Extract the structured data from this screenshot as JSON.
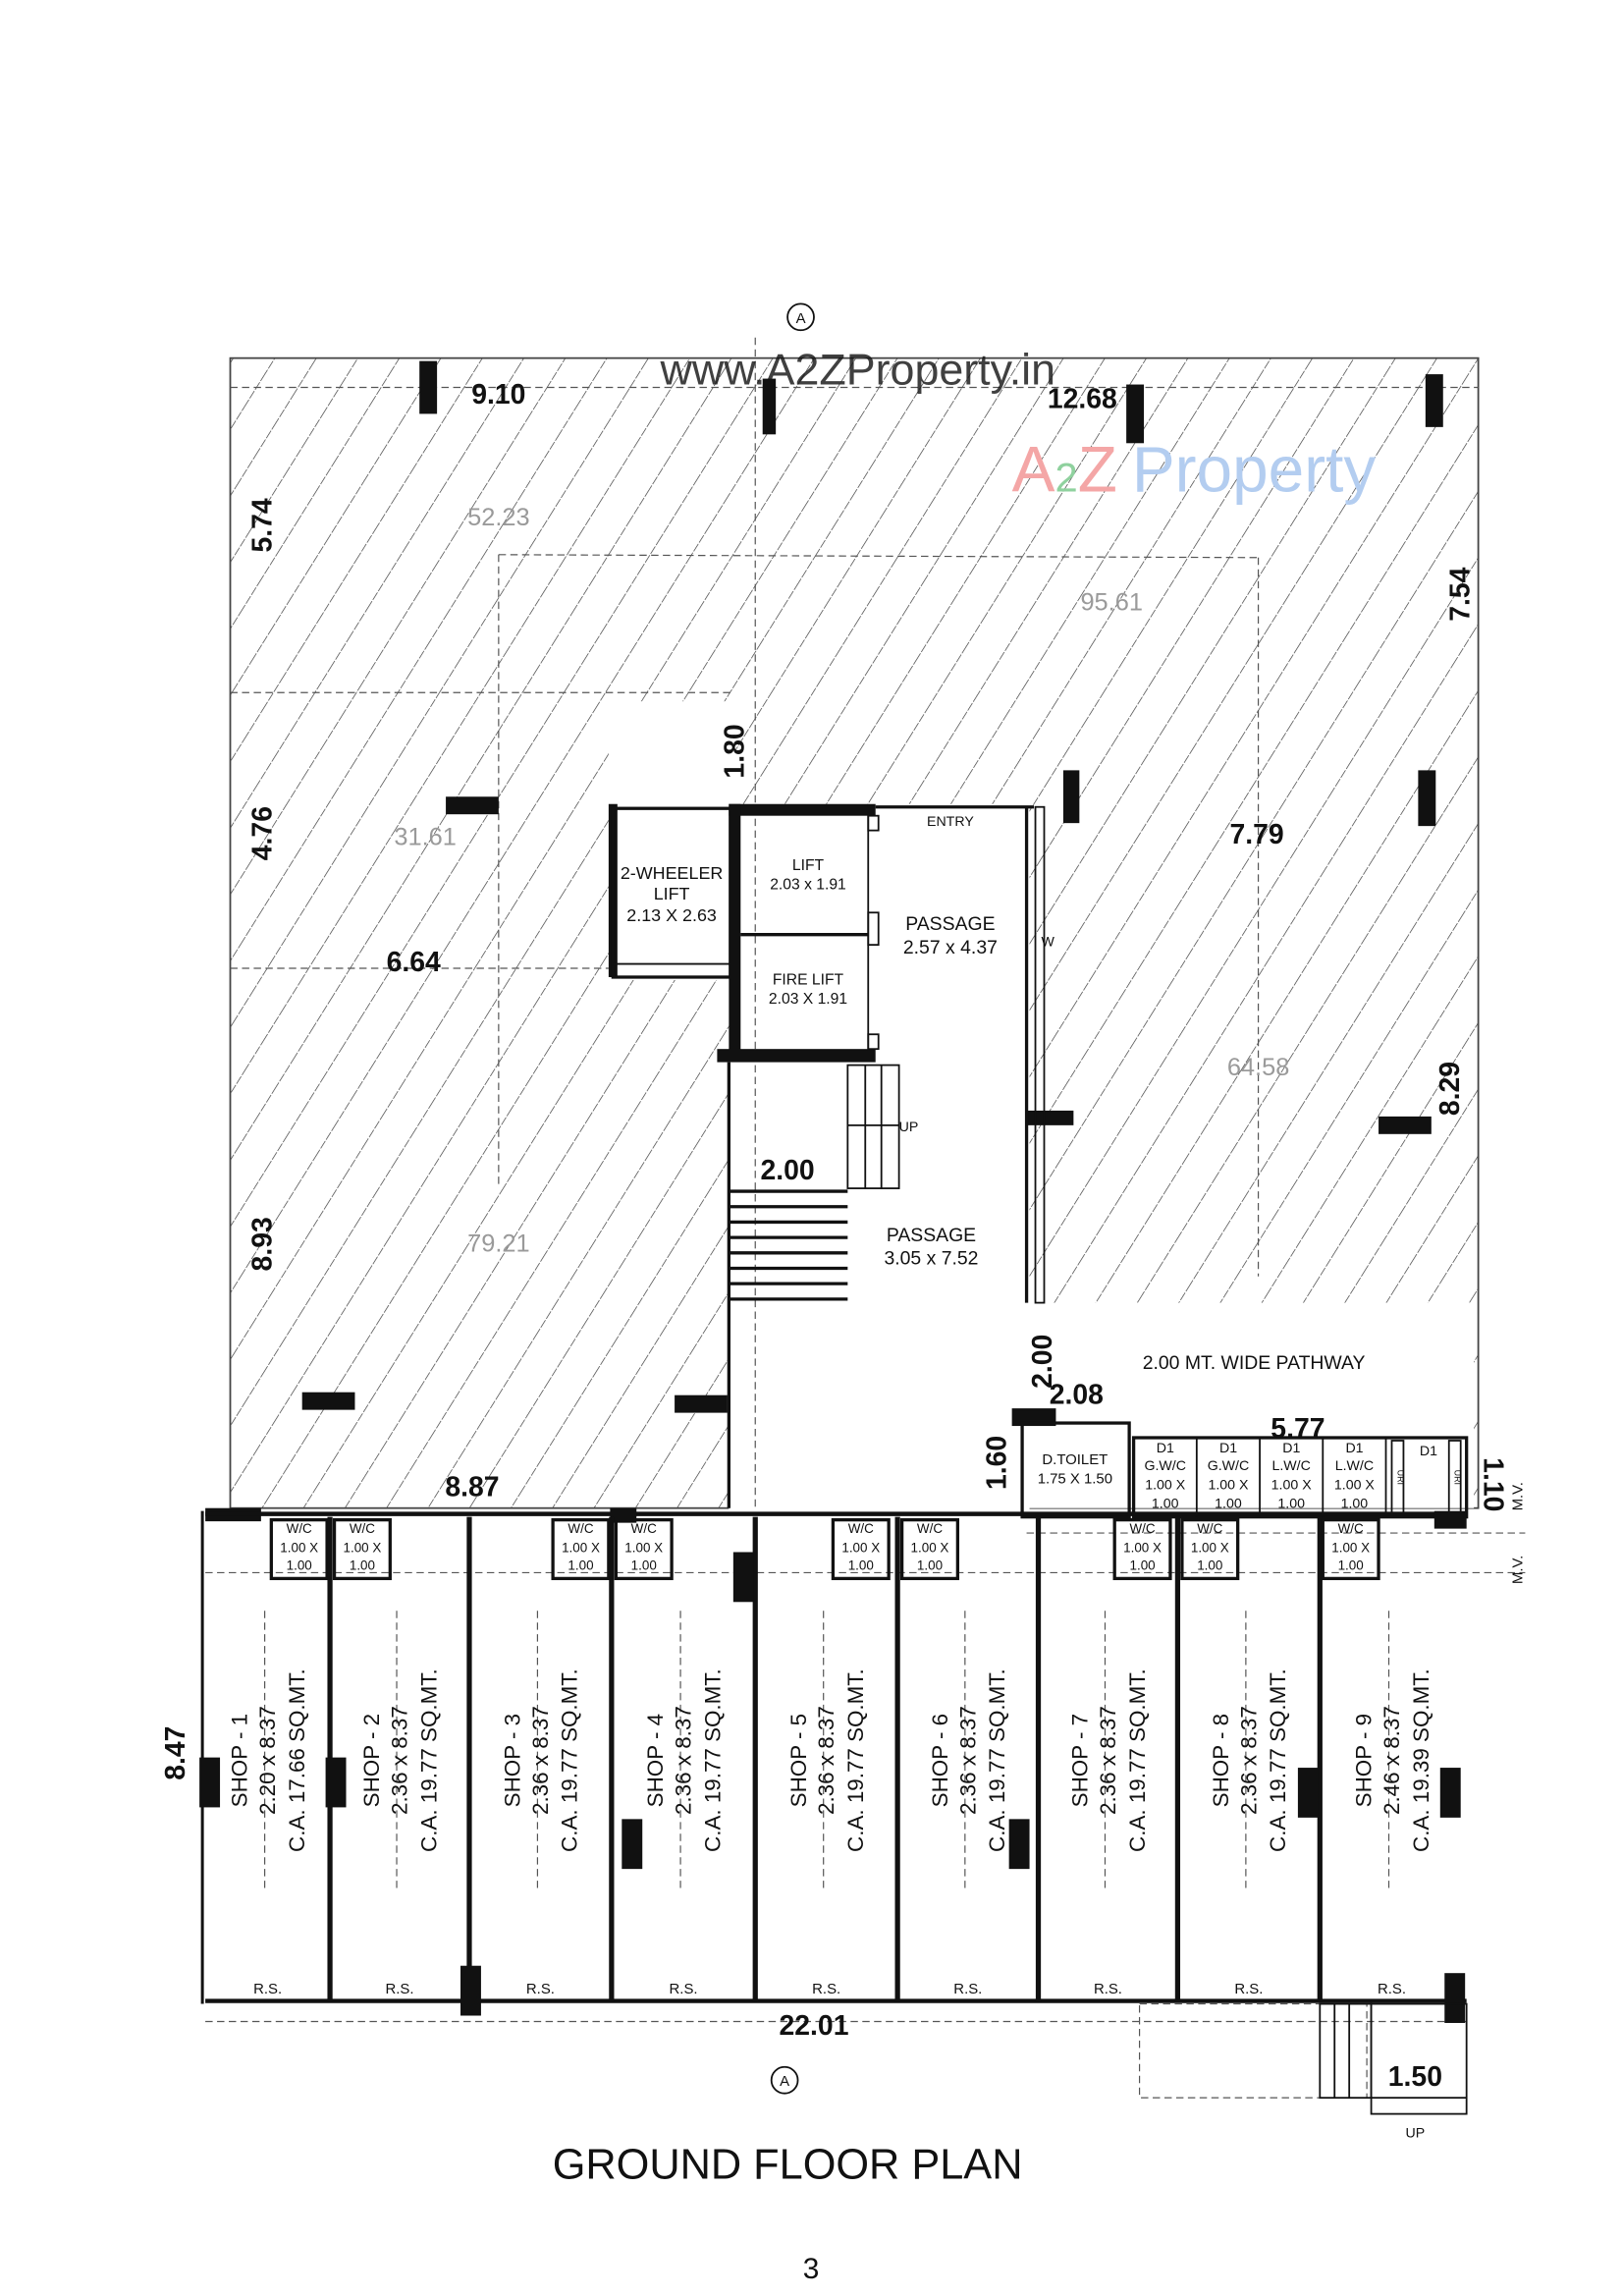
{
  "title": "GROUND FLOOR PLAN",
  "page_number": "3",
  "watermarks": {
    "url": "www.A2ZProperty.in",
    "brand_a": "A",
    "brand_2": "2",
    "brand_z": "Z",
    "brand_property": "Property",
    "colors": {
      "a": "#f4a6a6",
      "two": "#8fd19e",
      "z": "#f4a6a6",
      "property_p": "#a9c8f0",
      "property_r": "#f7c8a0",
      "property_rest": "#f7d98c"
    }
  },
  "section_marker": "A",
  "rooms": {
    "two_wheeler_lift": {
      "line1": "2-WHEELER",
      "line2": "LIFT",
      "dims": "2.13 X 2.63"
    },
    "lift": {
      "name": "LIFT",
      "dims": "2.03 x 1.91"
    },
    "fire_lift": {
      "name": "FIRE LIFT",
      "dims": "2.03 X 1.91"
    },
    "entry": "ENTRY",
    "passage1": {
      "name": "PASSAGE",
      "dims": "2.57 x 4.37"
    },
    "passage2": {
      "name": "PASSAGE",
      "dims": "3.05 x 7.52"
    },
    "stair_up": "UP",
    "window": "W",
    "pathway": "2.00 MT. WIDE PATHWAY",
    "d_toilet": {
      "name": "D.TOILET",
      "dims": "1.75 X 1.50"
    },
    "toilets": [
      {
        "name": "G.W/C",
        "dims1": "1.00 X",
        "dims2": "1.00"
      },
      {
        "name": "G.W/C",
        "dims1": "1.00 X",
        "dims2": "1.00"
      },
      {
        "name": "L.W/C",
        "dims1": "1.00 X",
        "dims2": "1.00"
      },
      {
        "name": "L.W/C",
        "dims1": "1.00 X",
        "dims2": "1.00"
      }
    ],
    "door_label": "D1",
    "urinal": "URI",
    "mv": "M.V.",
    "bottom_stair_up": "UP"
  },
  "shops": [
    {
      "name": "SHOP - 1",
      "dims": "2.20 x 8.37",
      "area": "C.A. 17.66 SQ.MT.",
      "rs": "R.S."
    },
    {
      "name": "SHOP - 2",
      "dims": "2.36 x 8.37",
      "area": "C.A. 19.77 SQ.MT.",
      "rs": "R.S."
    },
    {
      "name": "SHOP - 3",
      "dims": "2.36 x 8.37",
      "area": "C.A. 19.77 SQ.MT.",
      "rs": "R.S."
    },
    {
      "name": "SHOP - 4",
      "dims": "2.36 x 8.37",
      "area": "C.A. 19.77 SQ.MT.",
      "rs": "R.S."
    },
    {
      "name": "SHOP - 5",
      "dims": "2.36 x 8.37",
      "area": "C.A. 19.77 SQ.MT.",
      "rs": "R.S."
    },
    {
      "name": "SHOP - 6",
      "dims": "2.36 x 8.37",
      "area": "C.A. 19.77 SQ.MT.",
      "rs": "R.S."
    },
    {
      "name": "SHOP - 7",
      "dims": "2.36 x 8.37",
      "area": "C.A. 19.77 SQ.MT.",
      "rs": "R.S."
    },
    {
      "name": "SHOP - 8",
      "dims": "2.36 x 8.37",
      "area": "C.A. 19.77 SQ.MT.",
      "rs": "R.S."
    },
    {
      "name": "SHOP - 9",
      "dims": "2.46 x 8.37",
      "area": "C.A. 19.39 SQ.MT.",
      "rs": "R.S."
    }
  ],
  "shop_wc": {
    "name": "W/C",
    "dims1": "1.00 X",
    "dims2": "1.00"
  },
  "dimensions": {
    "top_left": "9.10",
    "top_right": "12.68",
    "left_upper": "5.74",
    "right_upper": "7.54",
    "core_gap": "1.80",
    "left_mid": "4.76",
    "right_mid": "7.79",
    "left_width": "6.64",
    "right_lower": "8.29",
    "left_lower": "8.93",
    "stair_width": "2.00",
    "bottom_left": "8.87",
    "pathway_width": "2.00",
    "toilet_width": "2.08",
    "toilet_depth": "1.60",
    "toilet_row": "5.77",
    "toilet_row_depth": "1.10",
    "shop_depth": "8.47",
    "overall_width": "22.01",
    "stair_bottom": "1.50"
  },
  "areas": {
    "a1": "52.23",
    "a2": "95.61",
    "a3": "31.61",
    "a4": "64.58",
    "a5": "79.21"
  }
}
